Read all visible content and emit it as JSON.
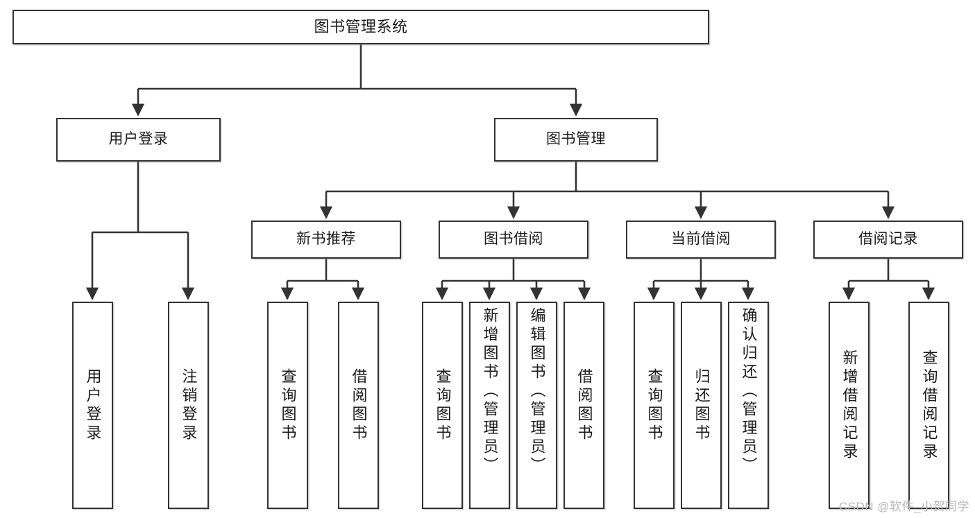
{
  "diagram": {
    "title": "图书管理系统",
    "watermark": "CSDN @软件_小贺同学",
    "colors": {
      "background": "#ffffff",
      "border": "#333333",
      "text": "#1a1a1a",
      "edge": "#333333",
      "watermark": "#b9b9b9"
    },
    "nodes": {
      "root": {
        "label": "图书管理系统"
      },
      "level2": [
        {
          "label": "用户登录"
        },
        {
          "label": "图书管理"
        }
      ],
      "level3": [
        {
          "label": "新书推荐"
        },
        {
          "label": "图书借阅"
        },
        {
          "label": "当前借阅"
        },
        {
          "label": "借阅记录"
        }
      ],
      "leaves": {
        "user_login": [
          {
            "label": "用户登录"
          },
          {
            "label": "注销登录"
          }
        ],
        "new_book_recommend": [
          {
            "label": "查询图书"
          },
          {
            "label": "借阅图书"
          }
        ],
        "book_borrow": [
          {
            "label": "查询图书"
          },
          {
            "label": "新增图书（管理员）"
          },
          {
            "label": "编辑图书（管理员）"
          },
          {
            "label": "借阅图书"
          }
        ],
        "current_borrow": [
          {
            "label": "查询图书"
          },
          {
            "label": "归还图书"
          },
          {
            "label": "确认归还（管理员）"
          }
        ],
        "borrow_record": [
          {
            "label": "新增借阅记录"
          },
          {
            "label": "查询借阅记录"
          }
        ]
      }
    }
  }
}
